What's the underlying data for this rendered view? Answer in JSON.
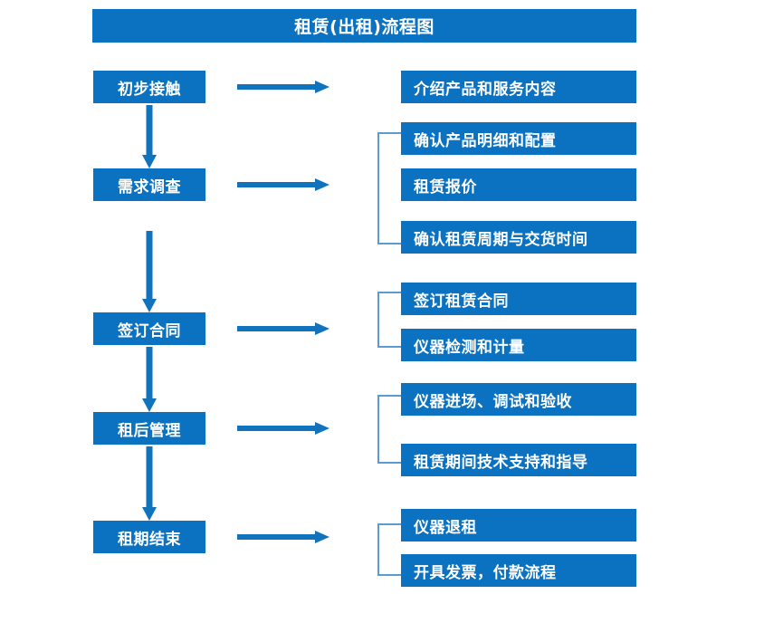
{
  "title": "租赁(出租)流程图",
  "colors": {
    "box_fill": "#0b72c2",
    "box_text": "#ffffff",
    "arrow": "#1273bd",
    "bracket": "#5b9bd5",
    "background": "#ffffff"
  },
  "stages": [
    {
      "label": "初步接触"
    },
    {
      "label": "需求调查"
    },
    {
      "label": "签订合同"
    },
    {
      "label": "租后管理"
    },
    {
      "label": "租期结束"
    }
  ],
  "details": [
    {
      "label": "介绍产品和服务内容"
    },
    {
      "label": "确认产品明细和配置"
    },
    {
      "label": "租赁报价"
    },
    {
      "label": "确认租赁周期与交货时间"
    },
    {
      "label": "签订租赁合同"
    },
    {
      "label": "仪器检测和计量"
    },
    {
      "label": "仪器进场、调试和验收"
    },
    {
      "label": "租赁期间技术支持和指导"
    },
    {
      "label": "仪器退租"
    },
    {
      "label": "开具发票，付款流程"
    }
  ],
  "groups": [
    {
      "name": "demand-survey-group",
      "items": [
        "确认产品明细和配置",
        "租赁报价",
        "确认租赁周期与交货时间"
      ]
    },
    {
      "name": "contract-group",
      "items": [
        "签订租赁合同",
        "仪器检测和计量"
      ]
    },
    {
      "name": "post-rental-group",
      "items": [
        "仪器进场、调试和验收",
        "租赁期间技术支持和指导"
      ]
    },
    {
      "name": "end-of-term-group",
      "items": [
        "仪器退租",
        "开具发票，付款流程"
      ]
    }
  ],
  "connectors": {
    "horizontal_count": 5,
    "vertical_count": 4,
    "direction": "right-and-down"
  }
}
